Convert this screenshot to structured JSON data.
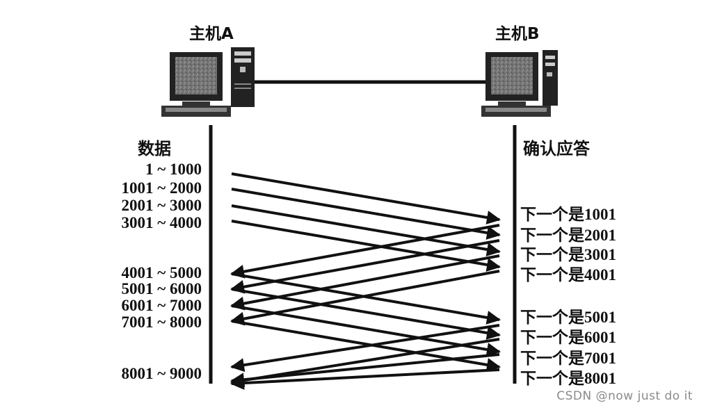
{
  "host_a": {
    "label": "主机A"
  },
  "host_b": {
    "label": "主机B"
  },
  "left_header": "数据",
  "right_header": "确认应答",
  "data_segments": [
    "1 ~ 1000",
    "1001 ~ 2000",
    "2001 ~ 3000",
    "3001 ~ 4000",
    "4001 ~ 5000",
    "5001 ~ 6000",
    "6001 ~ 7000",
    "7001 ~ 8000",
    "8001 ~ 9000"
  ],
  "acks": [
    "下一个是1001",
    "下一个是2001",
    "下一个是3001",
    "下一个是4001",
    "下一个是5001",
    "下一个是6001",
    "下一个是7001",
    "下一个是8001"
  ],
  "watermark": "CSDN @now just do it"
}
